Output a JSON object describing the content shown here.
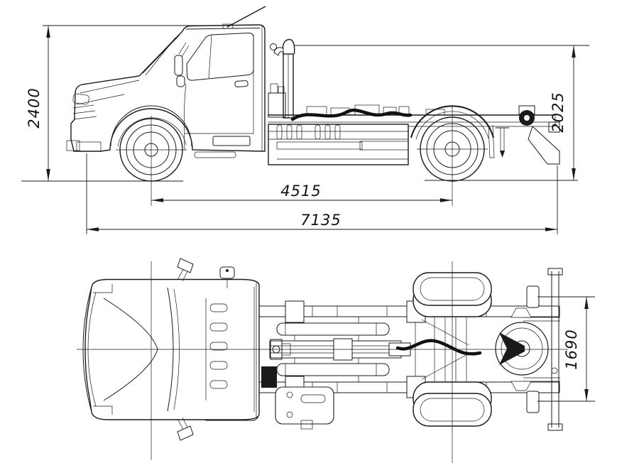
{
  "colors": {
    "background": "#ffffff",
    "line": "#1a1a1a"
  },
  "dimensions": {
    "overall_height": {
      "value": "2400"
    },
    "platform_height": {
      "value": "2025"
    },
    "wheelbase": {
      "value": "4515"
    },
    "overall_length": {
      "value": "7135"
    },
    "rear_track": {
      "value": "1690"
    }
  }
}
